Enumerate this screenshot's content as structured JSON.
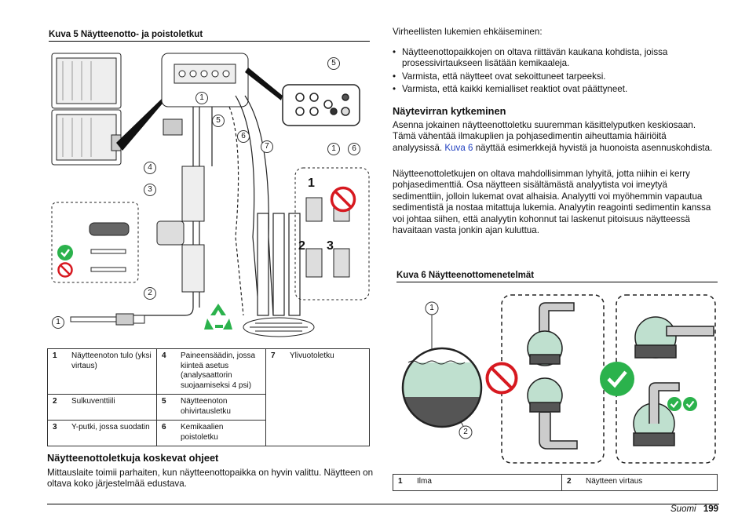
{
  "figure5": {
    "caption": "Kuva 5  Näytteenotto- ja poistoletkut",
    "callouts": [
      "1",
      "2",
      "3",
      "4",
      "5",
      "6",
      "7",
      "1",
      "5",
      "1",
      "6"
    ],
    "steps": [
      "1",
      "2",
      "3"
    ],
    "legend": [
      {
        "num": "1",
        "text": "Näytteenoton tulo (yksi virtaus)"
      },
      {
        "num": "4",
        "text": "Paineensäädin, jossa kiinteä asetus (analysaattorin suojaamiseksi 4 psi)"
      },
      {
        "num": "7",
        "text": "Ylivuotoletku"
      },
      {
        "num": "2",
        "text": "Sulkuventtiili"
      },
      {
        "num": "5",
        "text": "Näytteenoton ohivirtausletku"
      },
      {
        "num": "3",
        "text": "Y-putki, jossa suodatin"
      },
      {
        "num": "6",
        "text": "Kemikaalien poistoletku"
      }
    ]
  },
  "guidelines": {
    "heading": "Näytteenottoletkuja koskevat ohjeet",
    "paragraph": "Mittauslaite toimii parhaiten, kun näytteenottopaikka on hyvin valittu. Näytteen on oltava koko järjestelmää edustava."
  },
  "right": {
    "intro": "Virheellisten lukemien ehkäiseminen:",
    "bullets": [
      "Näytteenottopaikkojen on oltava riittävän kaukana kohdista, joissa prosessivirtaukseen lisätään kemikaaleja.",
      "Varmista, että näytteet ovat sekoittuneet tarpeeksi.",
      "Varmista, että kaikki kemialliset reaktiot ovat päättyneet."
    ],
    "heading": "Näytevirran kytkeminen",
    "para1_before": "Asenna jokainen näytteenottoletku suuremman käsittelyputken keskiosaan. Tämä vähentää ilmakuplien ja pohjasedimentin aiheuttamia häiriöitä analyysissä. ",
    "para1_link": "Kuva 6",
    "para1_after": " näyttää esimerkkejä hyvistä ja huonoista asennuskohdista.",
    "para2": "Näytteenottoletkujen on oltava mahdollisimman lyhyitä, jotta niihin ei kerry pohjasedimenttiä. Osa näytteen sisältämästä analyytista voi imeytyä sedimenttiin, jolloin lukemat ovat alhaisia. Analyytti voi myöhemmin vapautua sedimentistä ja nostaa mitattuja lukemia. Analyytin reagointi sedimentin kanssa voi johtaa siihen, että analyytin kohonnut tai laskenut pitoisuus näytteessä havaitaan vasta jonkin ajan kuluttua."
  },
  "figure6": {
    "caption": "Kuva 6  Näytteenottomenetelmät",
    "callouts": [
      "1",
      "2"
    ],
    "legend": [
      {
        "num": "1",
        "text": "Ilma"
      },
      {
        "num": "2",
        "text": "Näytteen virtaus"
      }
    ]
  },
  "footer": {
    "language": "Suomi",
    "page": "199"
  },
  "colors": {
    "water": "#bfe0cf",
    "sediment": "#555555",
    "recycle": "#2bb24c",
    "forbidden": "#d71920",
    "check": "#2bb24c",
    "link": "#1f3fbf"
  }
}
